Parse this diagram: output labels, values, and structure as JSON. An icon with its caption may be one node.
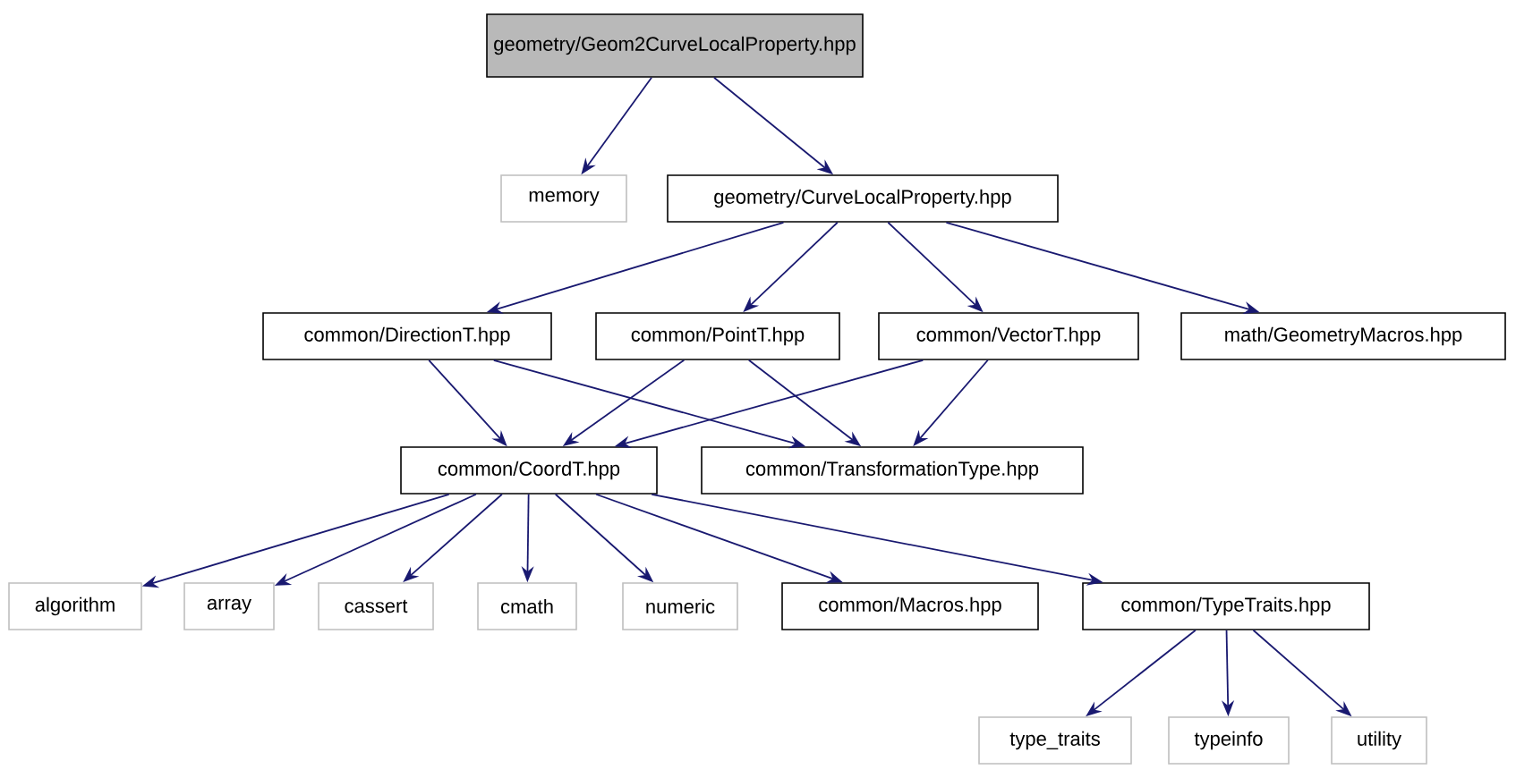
{
  "diagram": {
    "nodes": [
      {
        "text": [
          "geometry/Geom2CurveLocalProperty.hpp"
        ]
      },
      {
        "text": [
          "memory"
        ]
      },
      {
        "text": [
          "geometry/CurveLocalProperty.hpp"
        ]
      },
      {
        "text": [
          "common/DirectionT.hpp"
        ]
      },
      {
        "text": [
          "common/PointT.hpp"
        ]
      },
      {
        "text": [
          "common/VectorT.hpp"
        ]
      },
      {
        "text": [
          "math/GeometryMacros.hpp"
        ]
      },
      {
        "text": [
          "common/CoordT.hpp"
        ]
      },
      {
        "text": [
          "common/TransformationType.hpp"
        ]
      },
      {
        "text": [
          "algorithm"
        ]
      },
      {
        "text": [
          "array"
        ]
      },
      {
        "text": [
          "cassert"
        ]
      },
      {
        "text": [
          "cmath"
        ]
      },
      {
        "text": [
          "numeric"
        ]
      },
      {
        "text": [
          "common/Macros.hpp"
        ]
      },
      {
        "text": [
          "common/TypeTraits.hpp"
        ]
      },
      {
        "text": [
          "type_traits"
        ]
      },
      {
        "text": [
          "typeinfo"
        ]
      },
      {
        "text": [
          "utility"
        ]
      }
    ],
    "edges": [
      {
        "from": 0,
        "to": 1,
        "arrow": "to"
      },
      {
        "from": 0,
        "to": 2,
        "arrow": "to"
      },
      {
        "from": 2,
        "to": 3,
        "arrow": "to"
      },
      {
        "from": 2,
        "to": 4,
        "arrow": "to"
      },
      {
        "from": 2,
        "to": 5,
        "arrow": "to"
      },
      {
        "from": 2,
        "to": 6,
        "arrow": "to"
      },
      {
        "from": 3,
        "to": 7,
        "arrow": "to"
      },
      {
        "from": 3,
        "to": 8,
        "arrow": "to"
      },
      {
        "from": 4,
        "to": 7,
        "arrow": "to"
      },
      {
        "from": 4,
        "to": 8,
        "arrow": "to"
      },
      {
        "from": 5,
        "to": 7,
        "arrow": "to"
      },
      {
        "from": 5,
        "to": 8,
        "arrow": "to"
      },
      {
        "from": 7,
        "to": 9,
        "arrow": "to"
      },
      {
        "from": 7,
        "to": 10,
        "arrow": "to"
      },
      {
        "from": 7,
        "to": 11,
        "arrow": "to"
      },
      {
        "from": 7,
        "to": 12,
        "arrow": "to"
      },
      {
        "from": 7,
        "to": 13,
        "arrow": "to"
      },
      {
        "from": 7,
        "to": 14,
        "arrow": "to"
      },
      {
        "from": 7,
        "to": 15,
        "arrow": "to"
      },
      {
        "from": 15,
        "to": 16,
        "arrow": "to"
      },
      {
        "from": 15,
        "to": 17,
        "arrow": "to"
      },
      {
        "from": 15,
        "to": 18,
        "arrow": "to"
      }
    ]
  }
}
